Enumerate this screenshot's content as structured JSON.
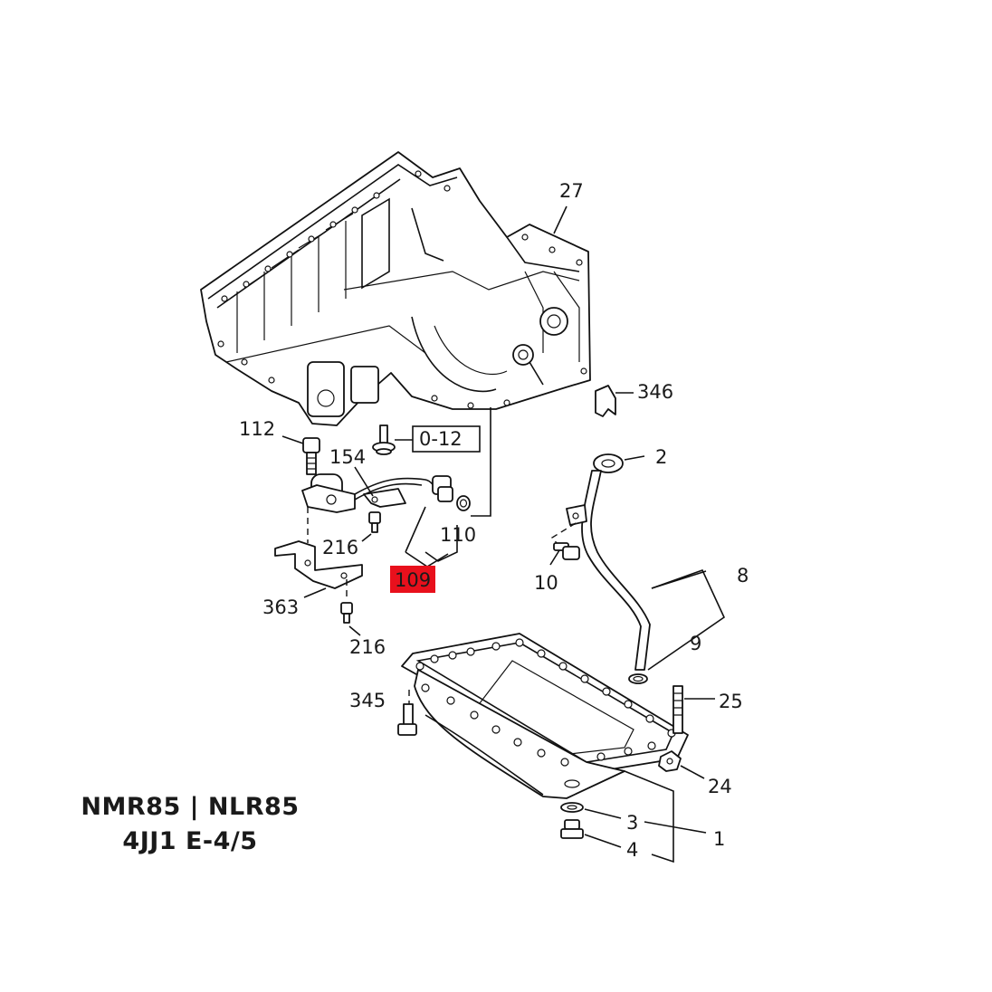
{
  "diagram": {
    "part_labels": {
      "p27": "27",
      "p346": "346",
      "p112": "112",
      "p012": "0-12",
      "p154": "154",
      "p2": "2",
      "p110": "110",
      "p216a": "216",
      "p109": "109",
      "p10": "10",
      "p8": "8",
      "p363": "363",
      "p216b": "216",
      "p9": "9",
      "p345": "345",
      "p25": "25",
      "p24": "24",
      "p3": "3",
      "p1": "1",
      "p4": "4"
    },
    "highlight_color": "#e8101c",
    "caption": {
      "line1": "NMR85 | NLR85",
      "line2": "4JJ1  E-4/5"
    }
  }
}
